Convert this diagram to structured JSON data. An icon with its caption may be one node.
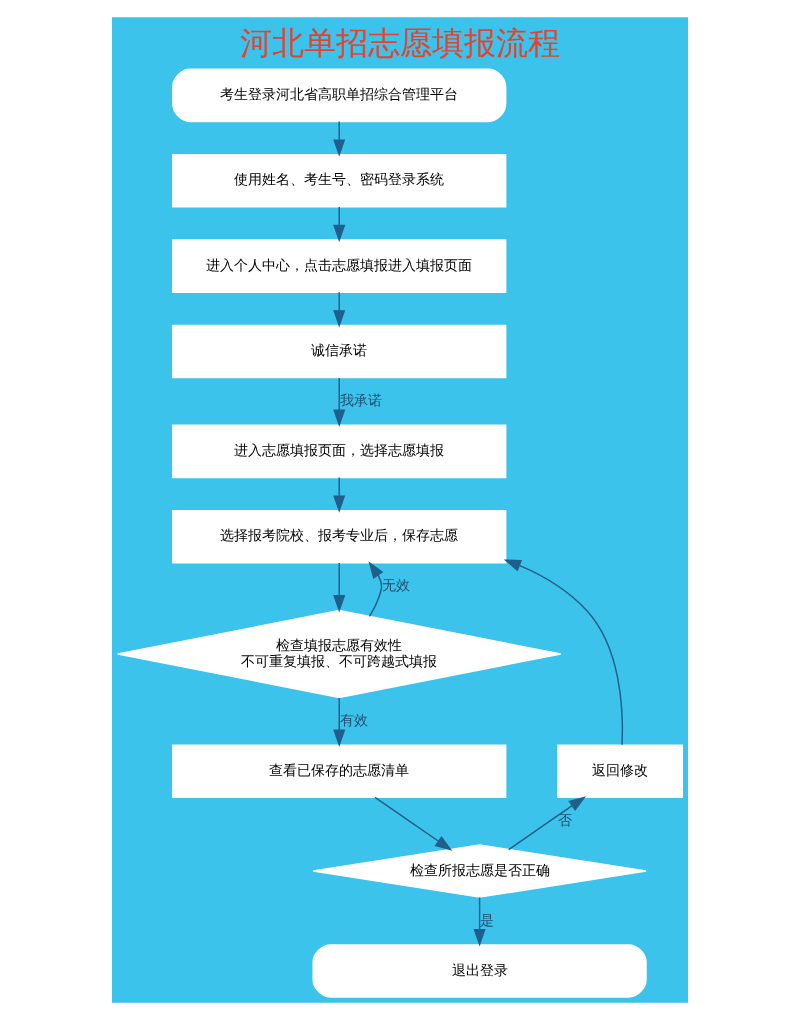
{
  "diagram": {
    "title": "河北单招志愿填报流程",
    "nodes": [
      {
        "text": [
          "考生登录河北省高职单招综合管理平台"
        ]
      },
      {
        "text": [
          "使用姓名、考生号、密码登录系统"
        ]
      },
      {
        "text": [
          "进入个人中心，点击志愿填报进入填报页面"
        ]
      },
      {
        "text": [
          "诚信承诺"
        ]
      },
      {
        "text": [
          "进入志愿填报页面，选择志愿填报"
        ]
      },
      {
        "text": [
          "选择报考院校、报考专业后，保存志愿"
        ]
      },
      {
        "text": [
          "检查填报志愿有效性",
          "不可重复填报、不可跨越式填报"
        ]
      },
      {
        "text": [
          "查看已保存的志愿清单"
        ]
      },
      {
        "text": [
          "检查所报志愿是否正确"
        ]
      },
      {
        "text": [
          "退出登录"
        ]
      },
      {
        "text": [
          "返回修改"
        ]
      }
    ],
    "edges": [
      {
        "from": 0,
        "to": 1,
        "arrow": "to"
      },
      {
        "from": 1,
        "to": 2,
        "arrow": "to"
      },
      {
        "from": 2,
        "to": 3,
        "arrow": "to"
      },
      {
        "from": 3,
        "to": 4,
        "arrow": "to",
        "label": "我承诺"
      },
      {
        "from": 4,
        "to": 5,
        "arrow": "to"
      },
      {
        "from": 5,
        "to": 6,
        "arrow": "to"
      },
      {
        "from": 6,
        "to": 5,
        "arrow": "to",
        "label": "无效"
      },
      {
        "from": 6,
        "to": 7,
        "arrow": "to",
        "label": "有效"
      },
      {
        "from": 7,
        "to": 8,
        "arrow": "to"
      },
      {
        "from": 8,
        "to": 9,
        "arrow": "to",
        "label": "是"
      },
      {
        "from": 8,
        "to": 10,
        "arrow": "to",
        "label": "否"
      },
      {
        "from": 10,
        "to": 5,
        "arrow": "to"
      }
    ]
  }
}
